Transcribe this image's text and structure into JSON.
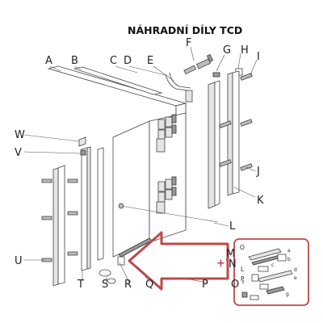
{
  "title": "NÁHRADNÍ DÍLY TCD",
  "labels": {
    "A": "A",
    "B": "B",
    "C": "C",
    "D": "D",
    "E": "E",
    "F": "F",
    "G": "G",
    "H": "H",
    "I": "I",
    "J": "J",
    "K": "K",
    "L": "L",
    "M": "M",
    "N": "N",
    "O": "O",
    "P": "P",
    "Q": "Q",
    "R": "R",
    "S": "S",
    "T": "T",
    "U": "U",
    "V": "V",
    "W": "W"
  },
  "plus_sign": "+",
  "inset": {
    "title": "O",
    "letters": [
      "a",
      "b",
      "c",
      "d",
      "e",
      "f",
      "g",
      "L",
      "P"
    ]
  },
  "colors": {
    "arrow": "#c0484c",
    "inset_border": "#c0484c",
    "plus_sign": "#c0484c",
    "line": "#555555"
  }
}
